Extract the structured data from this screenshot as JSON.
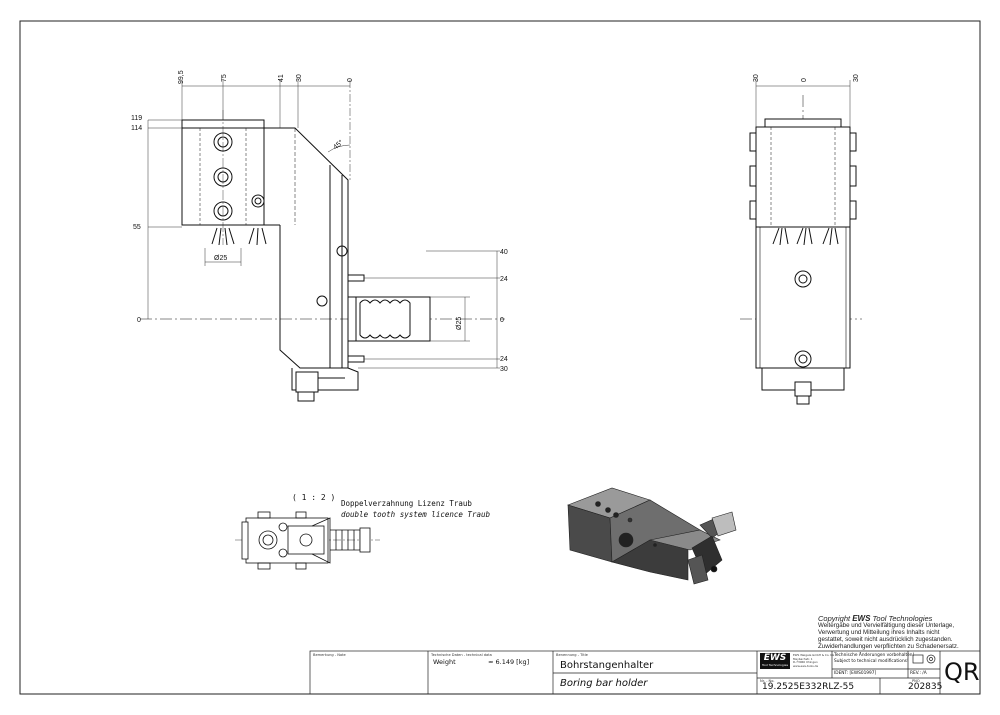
{
  "drawing": {
    "front_dims_top": [
      "99,5",
      "75",
      "41",
      "30",
      "0"
    ],
    "front_dims_left": [
      "119",
      "114",
      "55",
      "0"
    ],
    "front_dims_right": [
      "40",
      "24",
      "0",
      "24",
      "30"
    ],
    "angle": "45°",
    "dia_bottom": "Ø25",
    "dia_shank": "Ø25",
    "side_dims_top": [
      "30",
      "0",
      "30"
    ],
    "scale": "( 1 : 2 )",
    "note_de": "Doppelverzahnung Lizenz Traub",
    "note_en": "double tooth system licence Traub"
  },
  "copyright": {
    "prefix": "Copyright ",
    "brand": "EWS",
    "suffix": " Tool Technologies",
    "lines": [
      "Weitergabe und Vervielfältigung dieser Unterlage,",
      "Verwertung und Mitteilung ihres Inhalts nicht",
      "gestattet, soweit nicht ausdrücklich zugestanden.",
      "Zuwiderhandlungen verpflichten zu Schadenersatz."
    ]
  },
  "titleblock": {
    "remark_label": "Bemerkung - Note",
    "tech_label": "Technische Daten - technical data",
    "weight_label": "Weight",
    "weight_value": "≈ 6.149 [kg]",
    "desc_label": "Benennung - Title",
    "title_de": "Bohrstangenhalter",
    "title_en": "Boring bar holder",
    "logo": "EWS",
    "logo_sub": "Tool Technologies",
    "company_lines": [
      "EWS Weigele GmbH & Co. KG",
      "Maybachstr. 1",
      "D-73066 Uhingen",
      "www.ews-tools.de"
    ],
    "change_de": "Technische Änderungen vorbehalten!",
    "change_en": "Subject to technical modifications!",
    "ident": "IDENT: [EWS01997]",
    "rev": "REV.: /A",
    "no_label": "Nr. - No.",
    "part_no": "19.2525E332RLZ-55",
    "pno_label": "PNO",
    "pno": "202835",
    "qr": "QR"
  }
}
